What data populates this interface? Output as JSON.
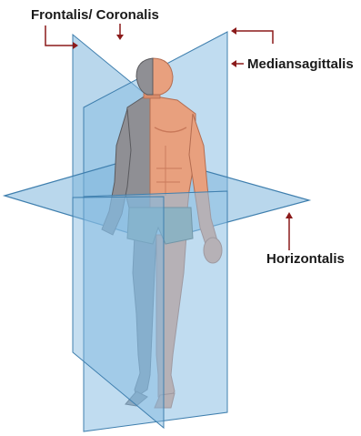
{
  "labels": {
    "frontal": "Frontalis/ Coronalis",
    "median": "Mediansagittalis",
    "horizontal": "Horizontalis"
  },
  "colors": {
    "plane_fill": "#7fb6dd",
    "plane_edge": "#3f7fae",
    "skin": "#e8a07e",
    "skin_shade": "#c9795a",
    "gray_half": "#8f8f94",
    "shorts": "#8fa29a",
    "arrow": "#8b1a1a"
  }
}
